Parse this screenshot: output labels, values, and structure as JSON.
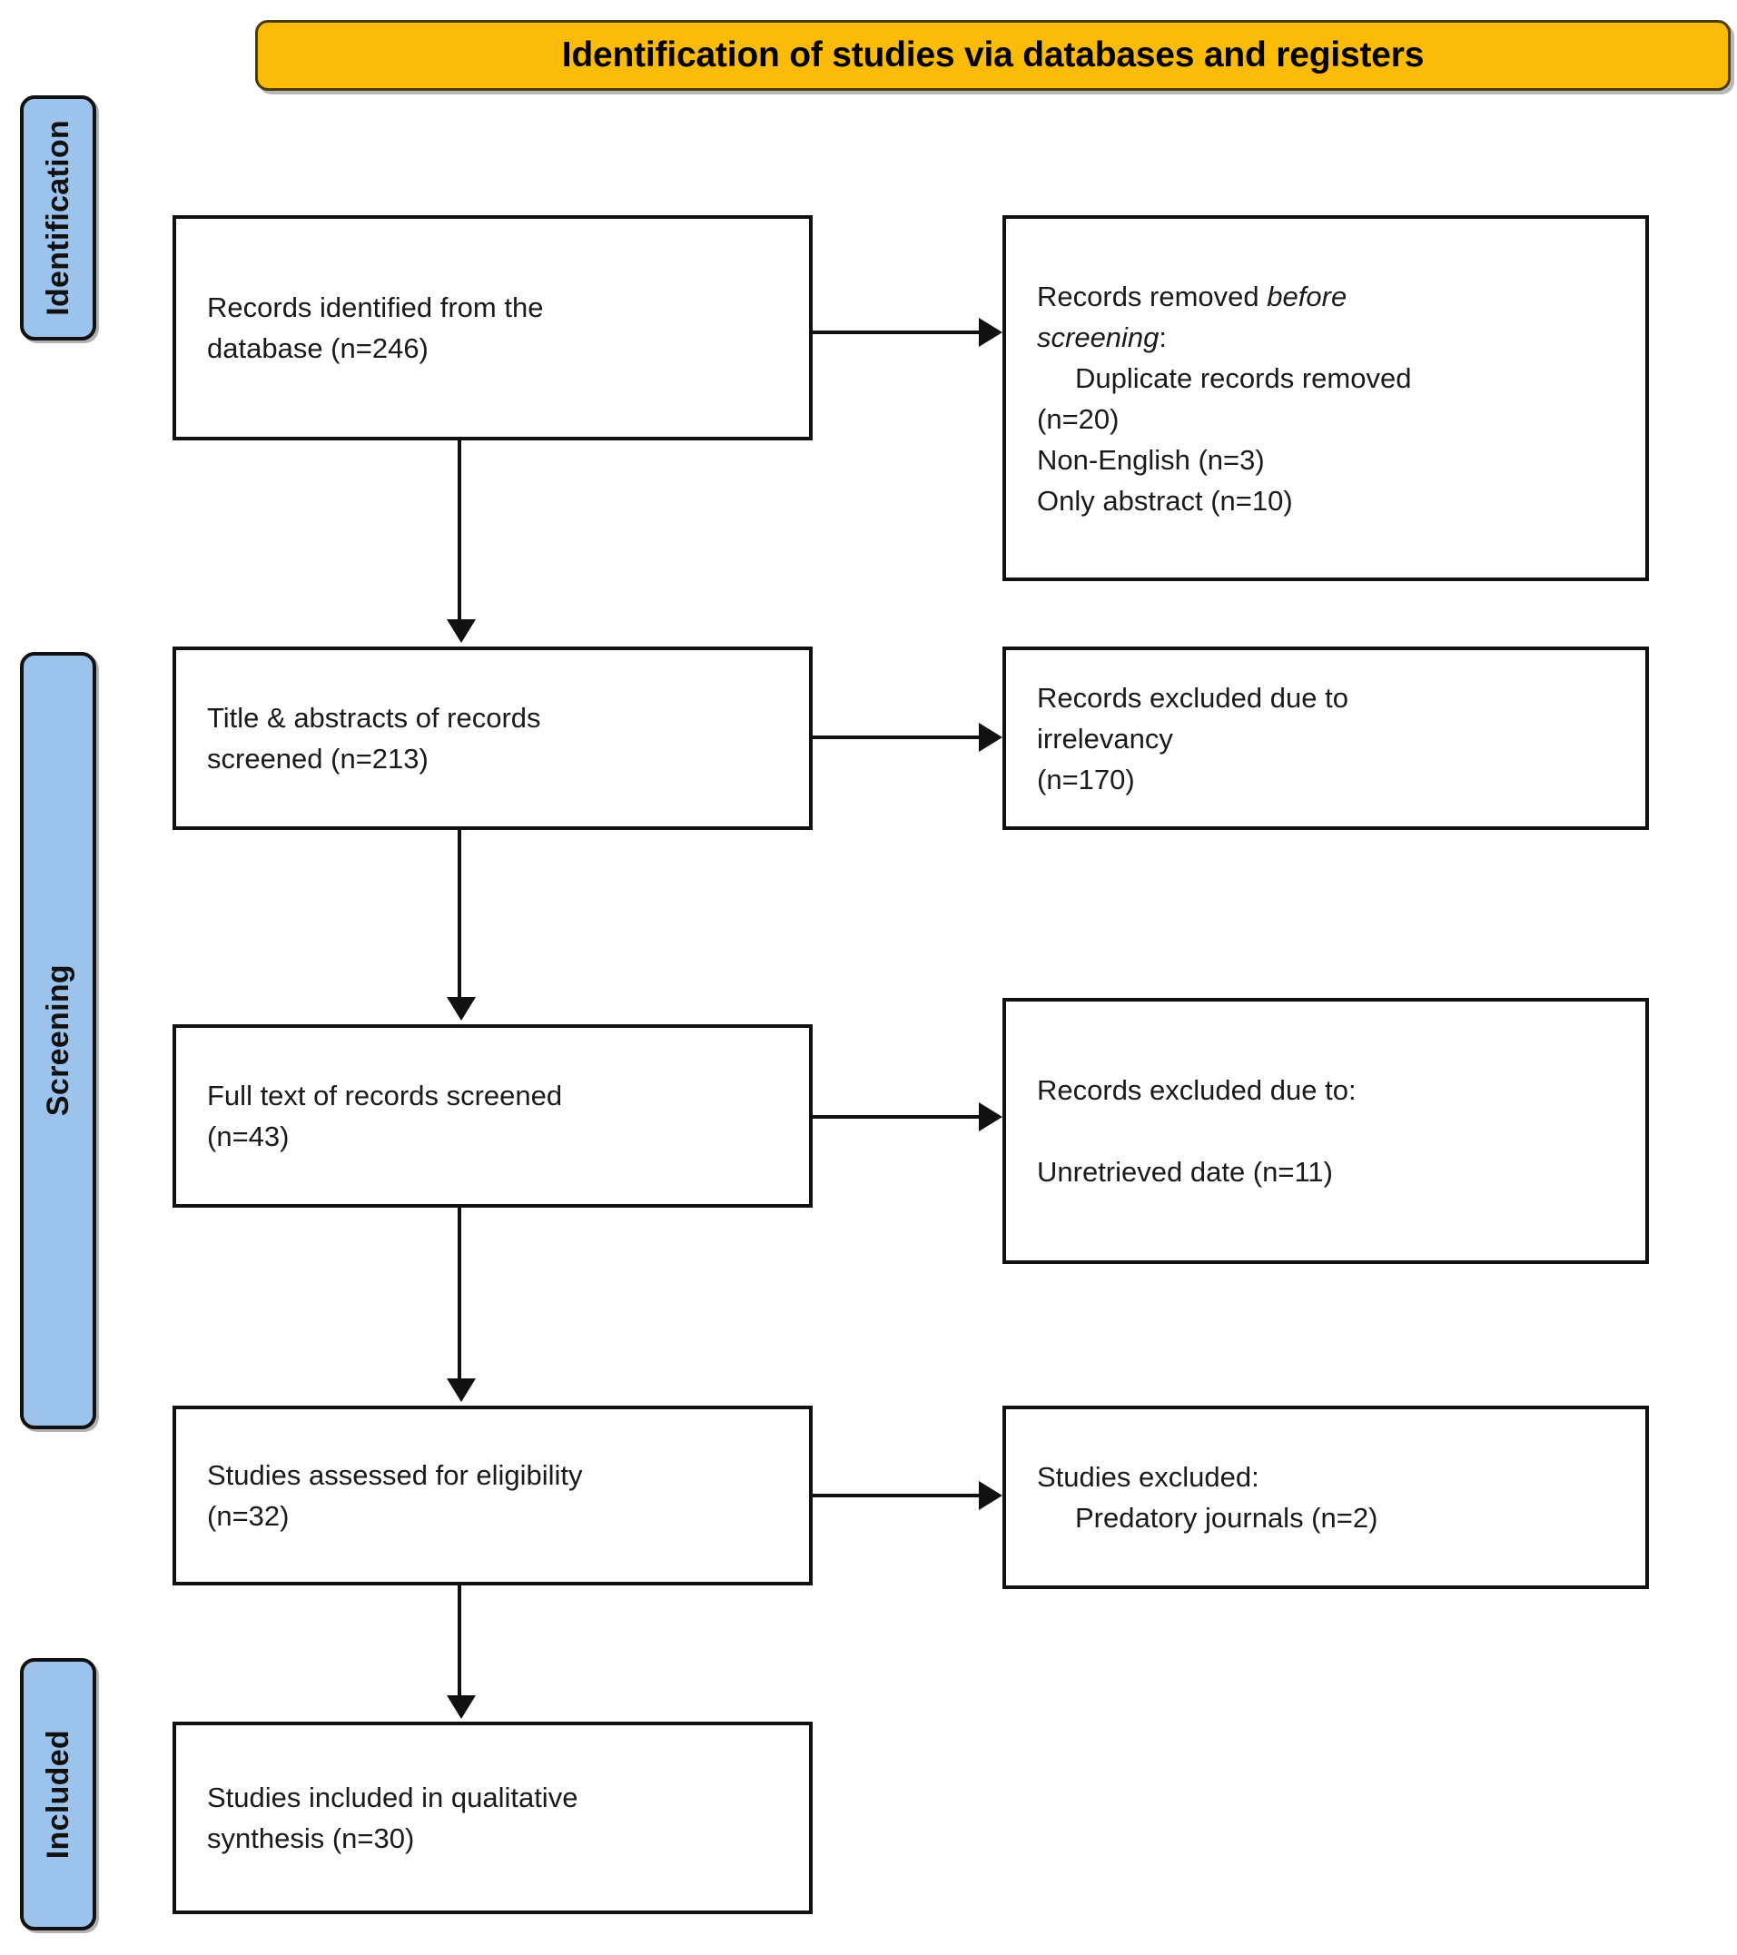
{
  "header": {
    "title": "Identification of studies via databases and registers",
    "background_color": "#FBBC09",
    "text_color": "#000000"
  },
  "phases": [
    {
      "id": "identification",
      "label": "Identification",
      "color": "#9CC3EC"
    },
    {
      "id": "screening",
      "label": "Screening",
      "color": "#9CC3EC"
    },
    {
      "id": "included",
      "label": "Included",
      "color": "#9CC3EC"
    }
  ],
  "boxes": {
    "identified": {
      "line1": "Records identified from the",
      "line2": "database (n=246)"
    },
    "removed": {
      "line1_a": "Records removed ",
      "line1_b": "before",
      "line2_a": "screening",
      "line2_b": ":",
      "item1": "Duplicate records removed",
      "item2": "(n=20)",
      "item3": "Non-English (n=3)",
      "item4": "Only abstract (n=10)"
    },
    "screened": {
      "line1": "Title & abstracts of records",
      "line2": "screened (n=213)"
    },
    "excluded_irrelevancy": {
      "line1": "Records excluded due to",
      "line2": "irrelevancy",
      "line3": "(n=170)"
    },
    "fulltext": {
      "line1": "Full text of records screened",
      "line2": "(n=43)"
    },
    "excluded_date": {
      "line1": "Records excluded due to:",
      "line2": "Unretrieved date (n=11)"
    },
    "eligibility": {
      "line1": "Studies assessed for eligibility",
      "line2": "(n=32)"
    },
    "excluded_studies": {
      "line1": "Studies excluded:",
      "line2": "Predatory journals (n=2)"
    },
    "included": {
      "line1": "Studies included in qualitative",
      "line2": "synthesis (n=30)"
    }
  },
  "counts": {
    "records_identified": 246,
    "duplicates_removed": 20,
    "non_english": 3,
    "only_abstract": 10,
    "records_screened": 213,
    "excluded_irrelevancy": 170,
    "fulltext_screened": 43,
    "unretrieved_date": 11,
    "assessed_eligibility": 32,
    "predatory_journals": 2,
    "included_qualitative": 30
  }
}
